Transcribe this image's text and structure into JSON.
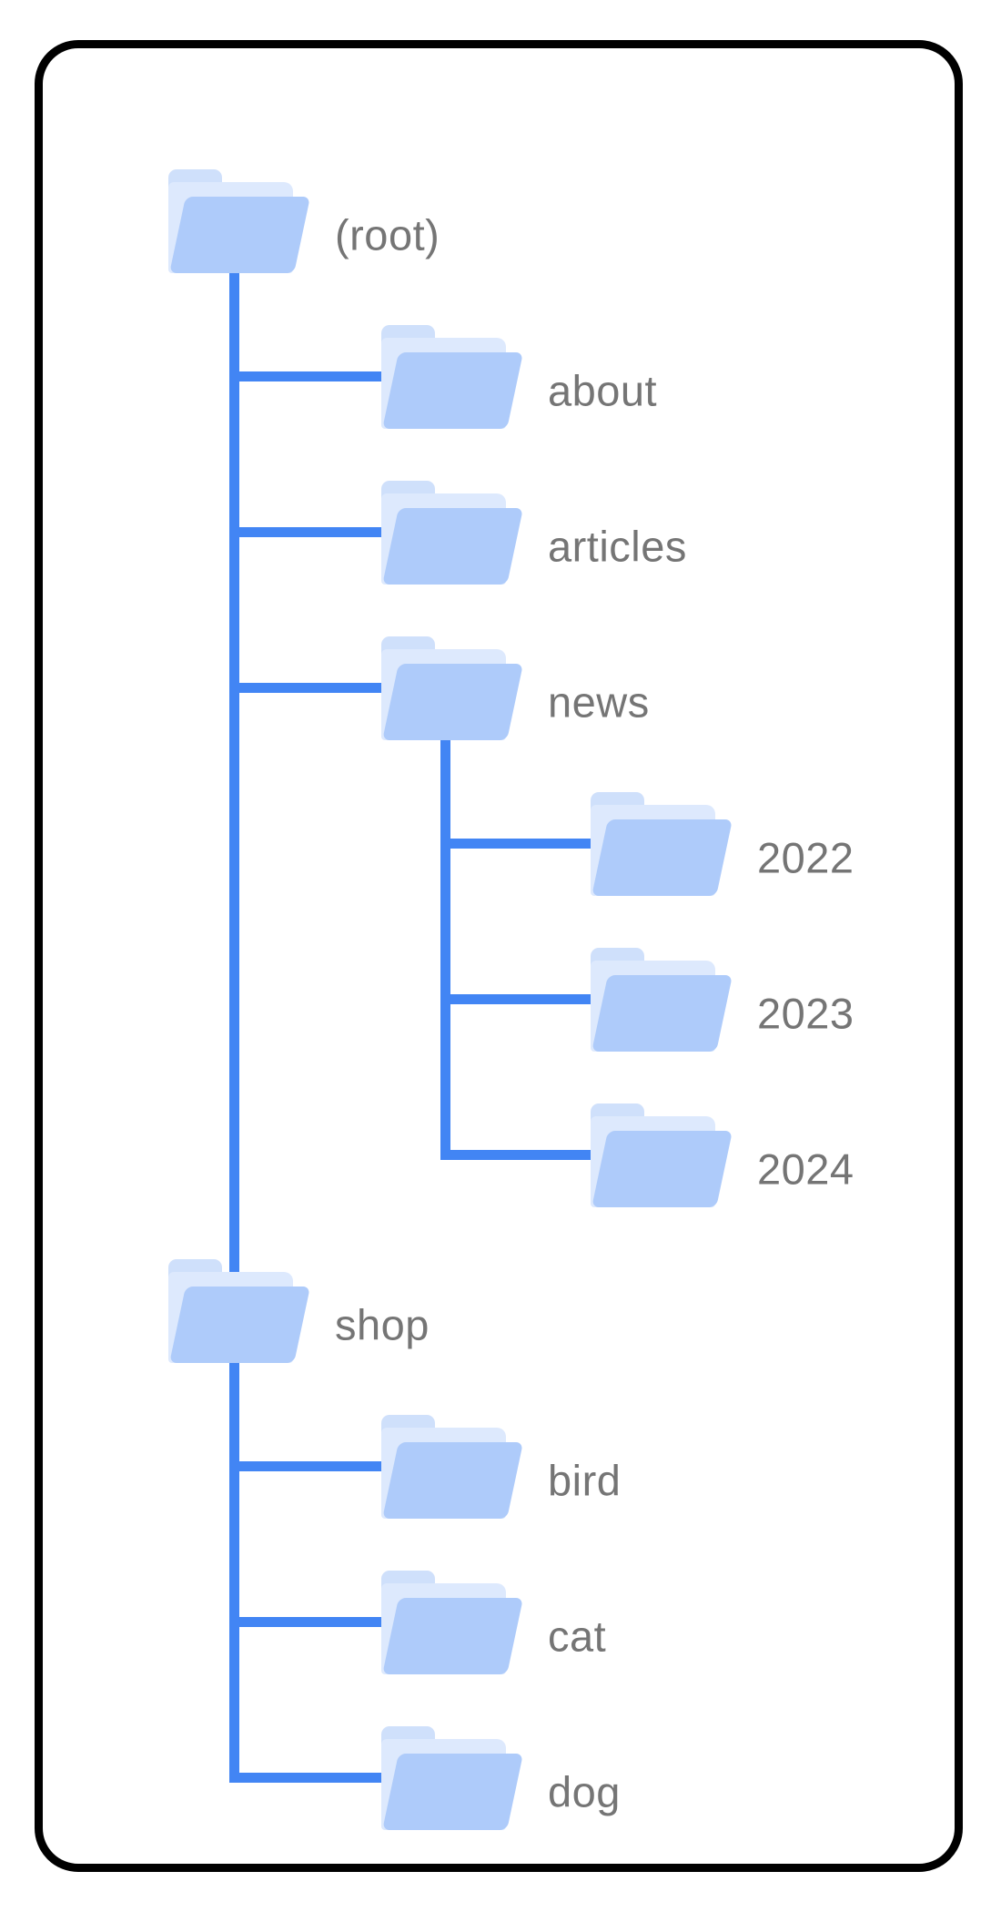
{
  "diagram": {
    "type": "folder-tree",
    "nodes": [
      {
        "id": "root",
        "label": "(root)",
        "level": 0
      },
      {
        "id": "about",
        "label": "about",
        "level": 1
      },
      {
        "id": "articles",
        "label": "articles",
        "level": 1
      },
      {
        "id": "news",
        "label": "news",
        "level": 1
      },
      {
        "id": "y2022",
        "label": "2022",
        "level": 2
      },
      {
        "id": "y2023",
        "label": "2023",
        "level": 2
      },
      {
        "id": "y2024",
        "label": "2024",
        "level": 2
      },
      {
        "id": "shop",
        "label": "shop",
        "level": 0
      },
      {
        "id": "bird",
        "label": "bird",
        "level": 1
      },
      {
        "id": "cat",
        "label": "cat",
        "level": 1
      },
      {
        "id": "dog",
        "label": "dog",
        "level": 1
      }
    ],
    "edges": {
      "(root)": [
        "about",
        "articles",
        "news",
        "shop"
      ],
      "news": [
        "2022",
        "2023",
        "2024"
      ],
      "shop": [
        "bird",
        "cat",
        "dog"
      ]
    },
    "colors": {
      "connector_blue": "#4285f4",
      "folder_front": "#aecbfa",
      "folder_tab": "#cfe0fb",
      "folder_back_sheet": "#dde9fd",
      "label_gray": "#757575",
      "card_border": "#000000",
      "background": "#ffffff"
    }
  }
}
